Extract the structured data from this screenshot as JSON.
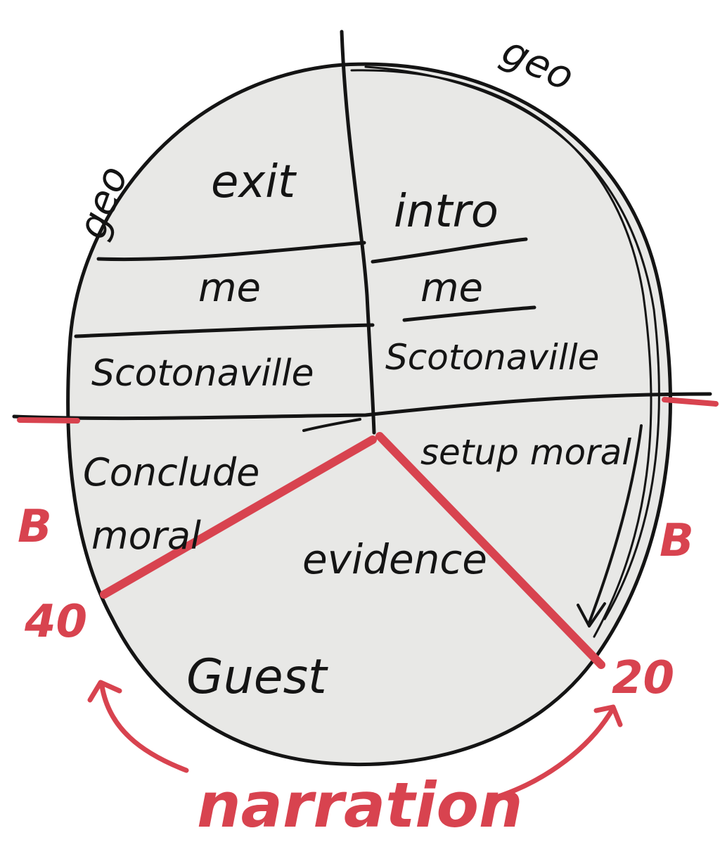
{
  "diagram": {
    "sections": {
      "exit": "exit",
      "me_left": "me",
      "scotonaville_left": "Scotonaville",
      "conclude": "Conclude",
      "moral_left": "moral",
      "intro": "intro",
      "me_right": "me",
      "scotonaville_right": "Scotonaville",
      "setup_moral": "setup moral",
      "evidence": "evidence",
      "guest": "Guest"
    },
    "annotations": {
      "geo_left": "geo",
      "geo_right": "geo",
      "b_left": "B",
      "b_right": "B",
      "num_left": "40",
      "num_right": "20",
      "narration": "narration"
    },
    "colors": {
      "ink": "#141414",
      "marker_red": "#d8434f",
      "board_fill": "#e8e8e6"
    }
  }
}
